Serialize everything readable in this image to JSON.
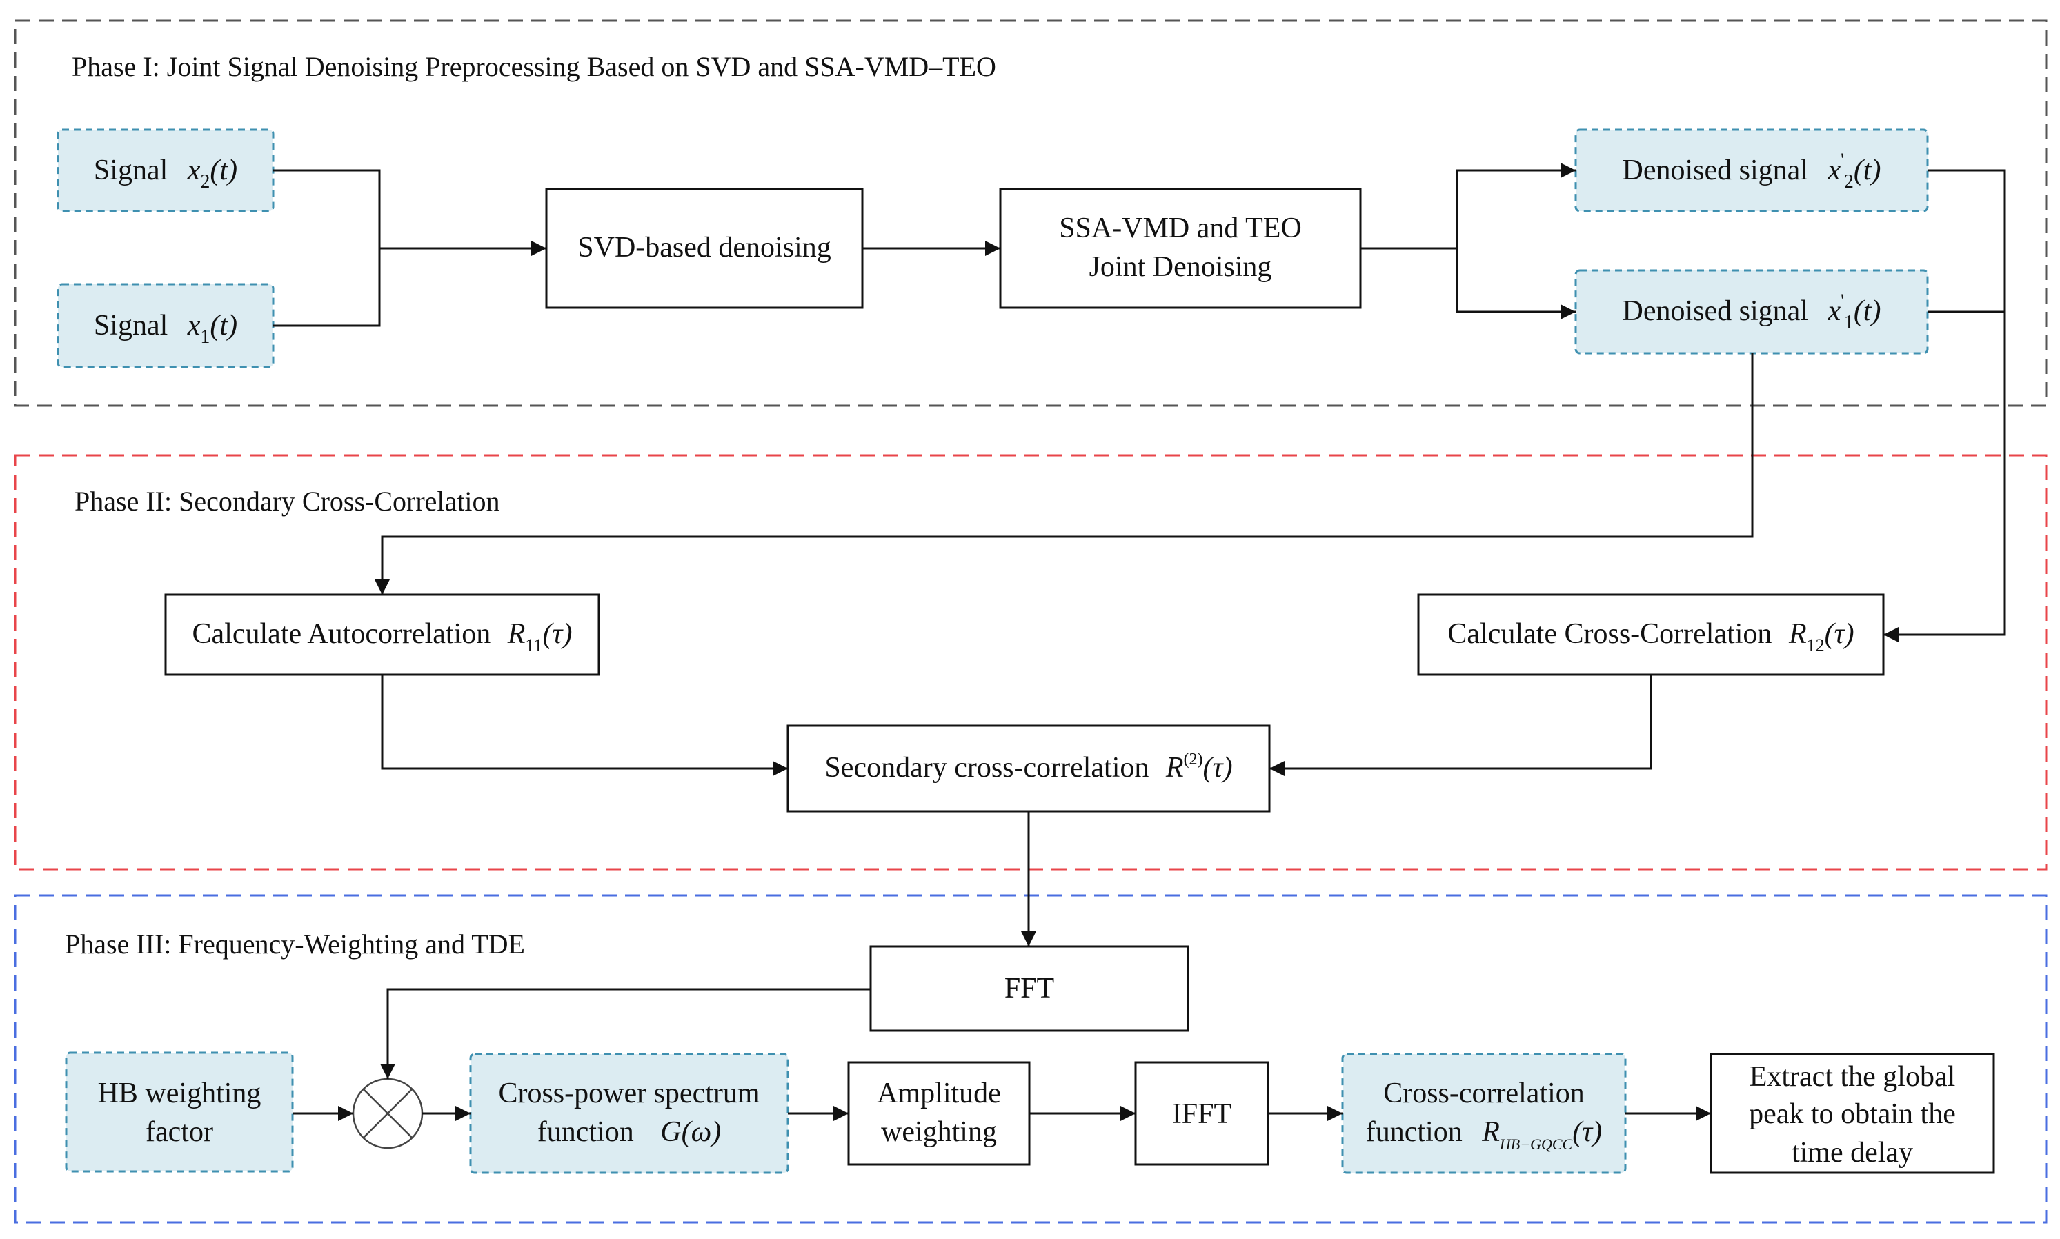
{
  "phases": {
    "phase1": {
      "title": "Phase I: Joint Signal Denoising Preprocessing Based on SVD and SSA-VMD–TEO",
      "border_color": "#555555"
    },
    "phase2": {
      "title": "Phase II: Secondary Cross-Correlation",
      "border_color": "#e8454a"
    },
    "phase3": {
      "title": "Phase III: Frequency-Weighting and TDE",
      "border_color": "#4a6ee0"
    }
  },
  "nodes": {
    "signal_x2": {
      "label": "Signal",
      "math": "x",
      "sub": "2",
      "arg": "(t)"
    },
    "signal_x1": {
      "label": "Signal",
      "math": "x",
      "sub": "1",
      "arg": "(t)"
    },
    "svd": {
      "label": "SVD-based denoising"
    },
    "ssa_vmd": {
      "line1": "SSA-VMD and TEO",
      "line2": "Joint Denoising"
    },
    "denoised_x2": {
      "label": "Denoised signal",
      "math": "x",
      "prime": "'",
      "sub": "2",
      "arg": "(t)"
    },
    "denoised_x1": {
      "label": "Denoised signal",
      "math": "x",
      "prime": "'",
      "sub": "1",
      "arg": "(t)"
    },
    "autocorr": {
      "label": "Calculate Autocorrelation",
      "math": "R",
      "sub": "11",
      "arg": "(τ)"
    },
    "crosscorr": {
      "label": "Calculate Cross-Correlation",
      "math": "R",
      "sub": "12",
      "arg": "(τ)"
    },
    "secondary": {
      "label": "Secondary cross-correlation",
      "math": "R",
      "sup": "(2)",
      "arg": "(τ)"
    },
    "fft": {
      "label": "FFT"
    },
    "hb_weight": {
      "line1": "HB weighting",
      "line2": "factor"
    },
    "multiplier": {
      "symbol": "⊗"
    },
    "cross_power": {
      "line1": "Cross-power spectrum",
      "line2": "function",
      "math": "G",
      "arg": "(ω)"
    },
    "amplitude": {
      "line1": "Amplitude",
      "line2": "weighting"
    },
    "ifft": {
      "label": "IFFT"
    },
    "crosscorr_func": {
      "line1": "Cross-correlation",
      "line2": "function",
      "math": "R",
      "sub": "HB−GQCC",
      "arg": "(τ)"
    },
    "extract": {
      "line1": "Extract the global",
      "line2": "peak to obtain the",
      "line3": "time delay"
    }
  },
  "colors": {
    "node_fill_blue": "#dcecf2",
    "node_border_blue": "#3f90b0",
    "line": "#111111"
  }
}
